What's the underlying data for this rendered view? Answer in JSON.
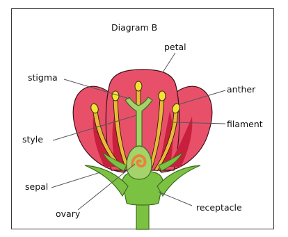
{
  "title": "Diagram B",
  "labels": {
    "petal": "petal",
    "stigma": "stigma",
    "anther": "anther",
    "filament": "filament",
    "style": "style",
    "sepal": "sepal",
    "ovary": "ovary",
    "receptacle": "receptacle"
  },
  "colors": {
    "petal": "#e8506a",
    "petal_dark": "#c8203c",
    "stem": "#7cc242",
    "pistil": "#a3d36a",
    "anther": "#f3e23a",
    "filament": "#e8b93a",
    "ovule": "#e7853a"
  }
}
